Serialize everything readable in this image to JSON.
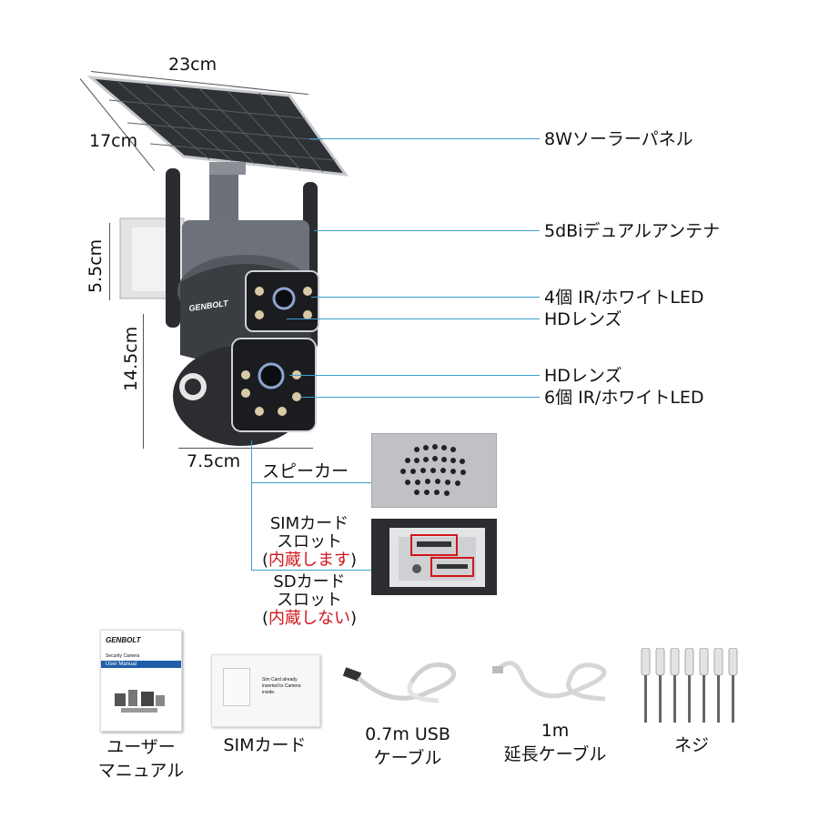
{
  "dimensions": {
    "panel_width": "23cm",
    "panel_depth": "17cm",
    "battery_height": "5.5cm",
    "body_height": "14.5cm",
    "body_width": "7.5cm"
  },
  "features": {
    "solar_panel": "8Wソーラーパネル",
    "antenna": "5dBiデュアルアンテナ",
    "upper_led": "4個 IR/ホワイトLED",
    "upper_lens": "HDレンズ",
    "lower_lens": "HDレンズ",
    "lower_led": "6個 IR/ホワイトLED"
  },
  "brand": "GENBOLT",
  "details": {
    "speaker": "スピーカー",
    "sim_line1": "SIMカード",
    "sim_line2": "スロット",
    "sim_paren_open": "(",
    "sim_note": "内蔵します",
    "sim_paren_close": ")",
    "sd_line1": "SDカード",
    "sd_line2": "スロット",
    "sd_paren_open": "(",
    "sd_note": "内蔵しない",
    "sd_paren_close": ")"
  },
  "manual": {
    "brand": "GENBOLT",
    "heading": "Security Camera",
    "title": "User Manual"
  },
  "sim_card_text": "Sim Card already inserted to Camera inside.",
  "accessories": {
    "manual_line1": "ユーザー",
    "manual_line2": "マニュアル",
    "sim": "SIMカード",
    "usb_line1": "0.7m USB",
    "usb_line2": "ケーブル",
    "ext_line1": "1m",
    "ext_line2": "延長ケーブル",
    "screws": "ネジ"
  },
  "colors": {
    "accent_line": "#3aa0cf",
    "note_red": "#d0161b",
    "camera_body": "#3a3d42",
    "panel_dark": "#2e3136"
  }
}
